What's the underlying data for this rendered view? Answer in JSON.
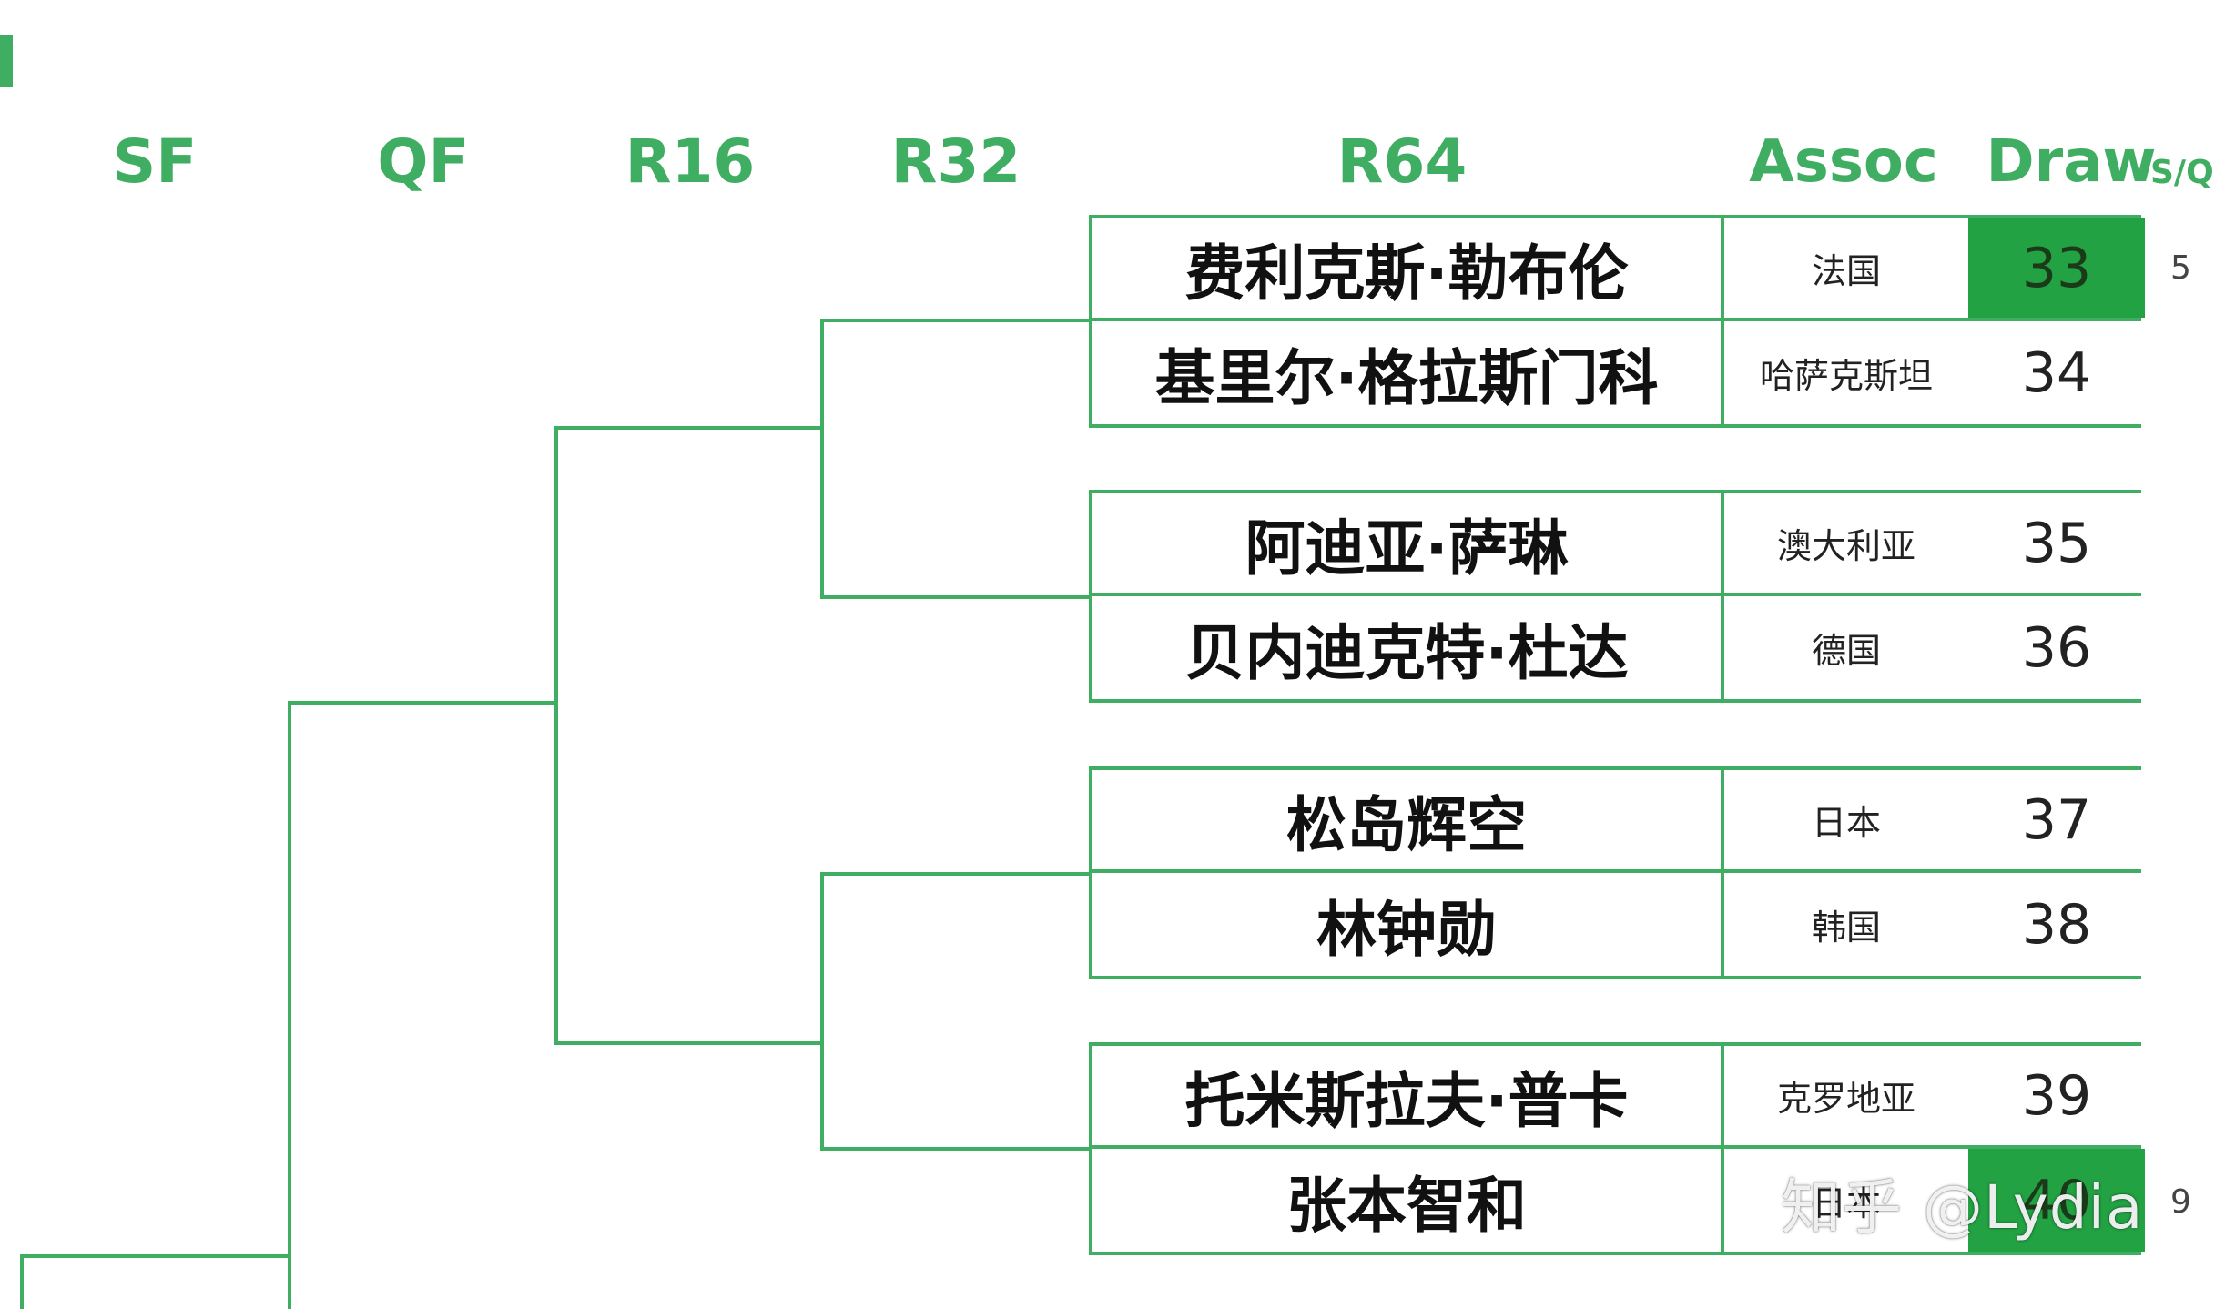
{
  "headers": {
    "sf": "SF",
    "qf": "QF",
    "r16": "R16",
    "r32": "R32",
    "r64": "R64",
    "assoc": "Assoc",
    "draw": "Draw",
    "sq": "S/Q"
  },
  "entries": [
    {
      "name": "费利克斯·勒布伦",
      "assoc": "法国",
      "draw": "33",
      "seed": "5",
      "seeded": true
    },
    {
      "name": "基里尔·格拉斯门科",
      "assoc": "哈萨克斯坦",
      "draw": "34",
      "seed": "",
      "seeded": false
    },
    {
      "name": "阿迪亚·萨琳",
      "assoc": "澳大利亚",
      "draw": "35",
      "seed": "",
      "seeded": false
    },
    {
      "name": "贝内迪克特·杜达",
      "assoc": "德国",
      "draw": "36",
      "seed": "",
      "seeded": false
    },
    {
      "name": "松岛辉空",
      "assoc": "日本",
      "draw": "37",
      "seed": "",
      "seeded": false
    },
    {
      "name": "林钟勋",
      "assoc": "韩国",
      "draw": "38",
      "seed": "",
      "seeded": false
    },
    {
      "name": "托米斯拉夫·普卡",
      "assoc": "克罗地亚",
      "draw": "39",
      "seed": "",
      "seeded": false
    },
    {
      "name": "张本智和",
      "assoc": "日本",
      "draw": "40",
      "seed": "9",
      "seeded": true
    }
  ],
  "watermark": "知乎 @Lydia",
  "colors": {
    "line": "#3fae63",
    "header": "#3fae63",
    "seed_fill": "#22a243"
  }
}
